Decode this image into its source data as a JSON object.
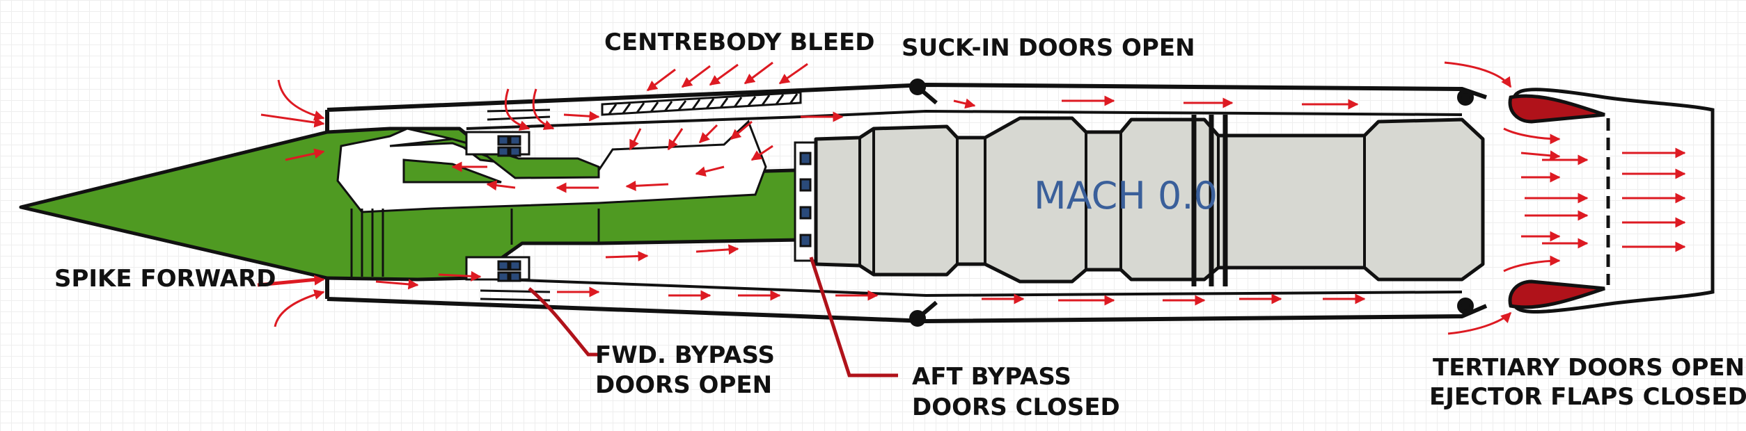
{
  "labels": {
    "centrebody_bleed": "CENTREBODY BLEED",
    "suck_in_doors": "SUCK-IN DOORS OPEN",
    "spike_forward": "SPIKE FORWARD",
    "fwd_bypass_line1": "FWD. BYPASS",
    "fwd_bypass_line2": "DOORS OPEN",
    "aft_bypass_line1": "AFT BYPASS",
    "aft_bypass_line2": "DOORS CLOSED",
    "tertiary_line1": "TERTIARY DOORS OPEN",
    "tertiary_line2": "EJECTOR FLAPS CLOSED",
    "mach": "MACH 0.0"
  },
  "colors": {
    "spike_green": "#4f9a22",
    "engine_grey": "#d7d8d2",
    "airflow_red": "#dd1a22",
    "ejector_flap": "#b0121a",
    "mach_text": "#3a5f9a"
  }
}
